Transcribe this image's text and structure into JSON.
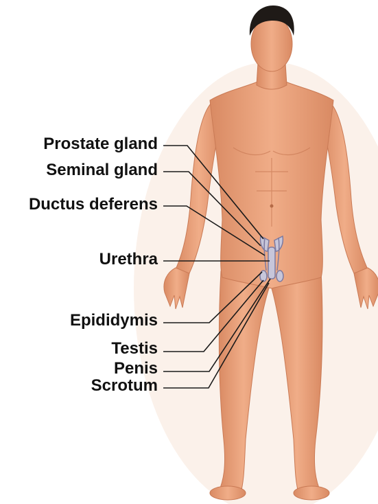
{
  "labels": {
    "prostate_gland": "Prostate gland",
    "seminal_gland": "Seminal gland",
    "ductus_deferens": "Ductus deferens",
    "urethra": "Urethra",
    "epididymis": "Epididymis",
    "testis": "Testis",
    "penis": "Penis",
    "scrotum": "Scrotum"
  },
  "colors": {
    "background": "#ffffff",
    "skin": "#e9a07a",
    "skin_shadow": "#c97a55",
    "hair": "#1f1a17",
    "organ": "#c7c6da",
    "leader_line": "#1a1a1a"
  }
}
